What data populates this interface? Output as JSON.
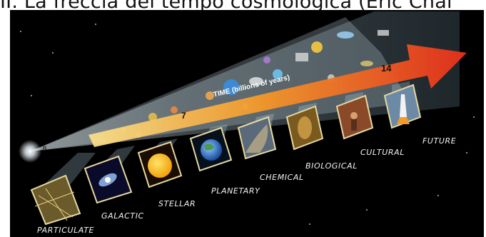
{
  "title": "II. La freccia del tempo cosmologica (Eric Chai",
  "arrow": {
    "axis_label": "TIME (billions of years)",
    "ticks": [
      "0",
      "7",
      "14"
    ]
  },
  "eras": [
    {
      "label": "PARTICULATE"
    },
    {
      "label": "GALACTIC"
    },
    {
      "label": "STELLAR"
    },
    {
      "label": "PLANETARY"
    },
    {
      "label": "CHEMICAL"
    },
    {
      "label": "BIOLOGICAL"
    },
    {
      "label": "CULTURAL"
    },
    {
      "label": "FUTURE"
    }
  ],
  "colors": {
    "arrow_start": "#f6c24a",
    "arrow_end": "#e8301c",
    "background": "#000000",
    "beam": "#bfe3f2"
  }
}
